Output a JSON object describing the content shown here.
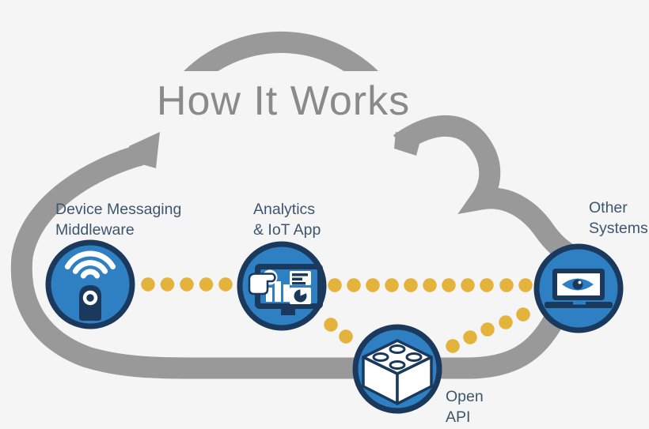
{
  "title": "How It Works",
  "nodes": [
    {
      "id": "device-messaging-middleware",
      "label_line1": "Device Messaging",
      "label_line2": "Middleware",
      "icon": "wifi-remote-icon"
    },
    {
      "id": "analytics-iot-app",
      "label_line1": "Analytics",
      "label_line2": "& IoT App",
      "icon": "dashboard-touch-icon"
    },
    {
      "id": "open-api",
      "label_line1": "Open",
      "label_line2": "API",
      "icon": "lego-brick-icon"
    },
    {
      "id": "other-systems",
      "label_line1": "Other",
      "label_line2": "Systems",
      "icon": "laptop-eye-icon"
    }
  ],
  "connectors": [
    {
      "from": "device-messaging-middleware",
      "to": "analytics-iot-app",
      "style": "dotted"
    },
    {
      "from": "analytics-iot-app",
      "to": "other-systems",
      "style": "dotted"
    },
    {
      "from": "analytics-iot-app",
      "to": "open-api",
      "style": "dotted"
    },
    {
      "from": "open-api",
      "to": "other-systems",
      "style": "dotted"
    }
  ],
  "colors": {
    "background": "#f5f5f6",
    "cloud_outline": "#999999",
    "title_gray": "#8a8a8a",
    "node_fill_blue": "#2e80c2",
    "node_border_navy": "#1a395c",
    "dot_yellow": "#e3b33b",
    "label_navy": "#3d566e"
  }
}
